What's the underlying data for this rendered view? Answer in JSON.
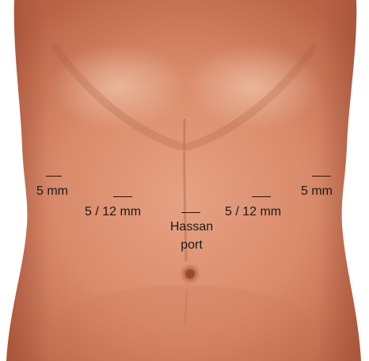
{
  "labels": {
    "left_lateral_port": "5 mm",
    "left_mid_port": "5 / 12 mm",
    "hassan_port_line1": "Hassan",
    "hassan_port_line2": "port",
    "right_mid_port": "5 / 12 mm",
    "right_lateral_port": "5 mm"
  },
  "colors": {
    "skin": "#d98a6a",
    "skin_shadow": "#b55f45",
    "incision_mark": "#1a1a1a"
  }
}
